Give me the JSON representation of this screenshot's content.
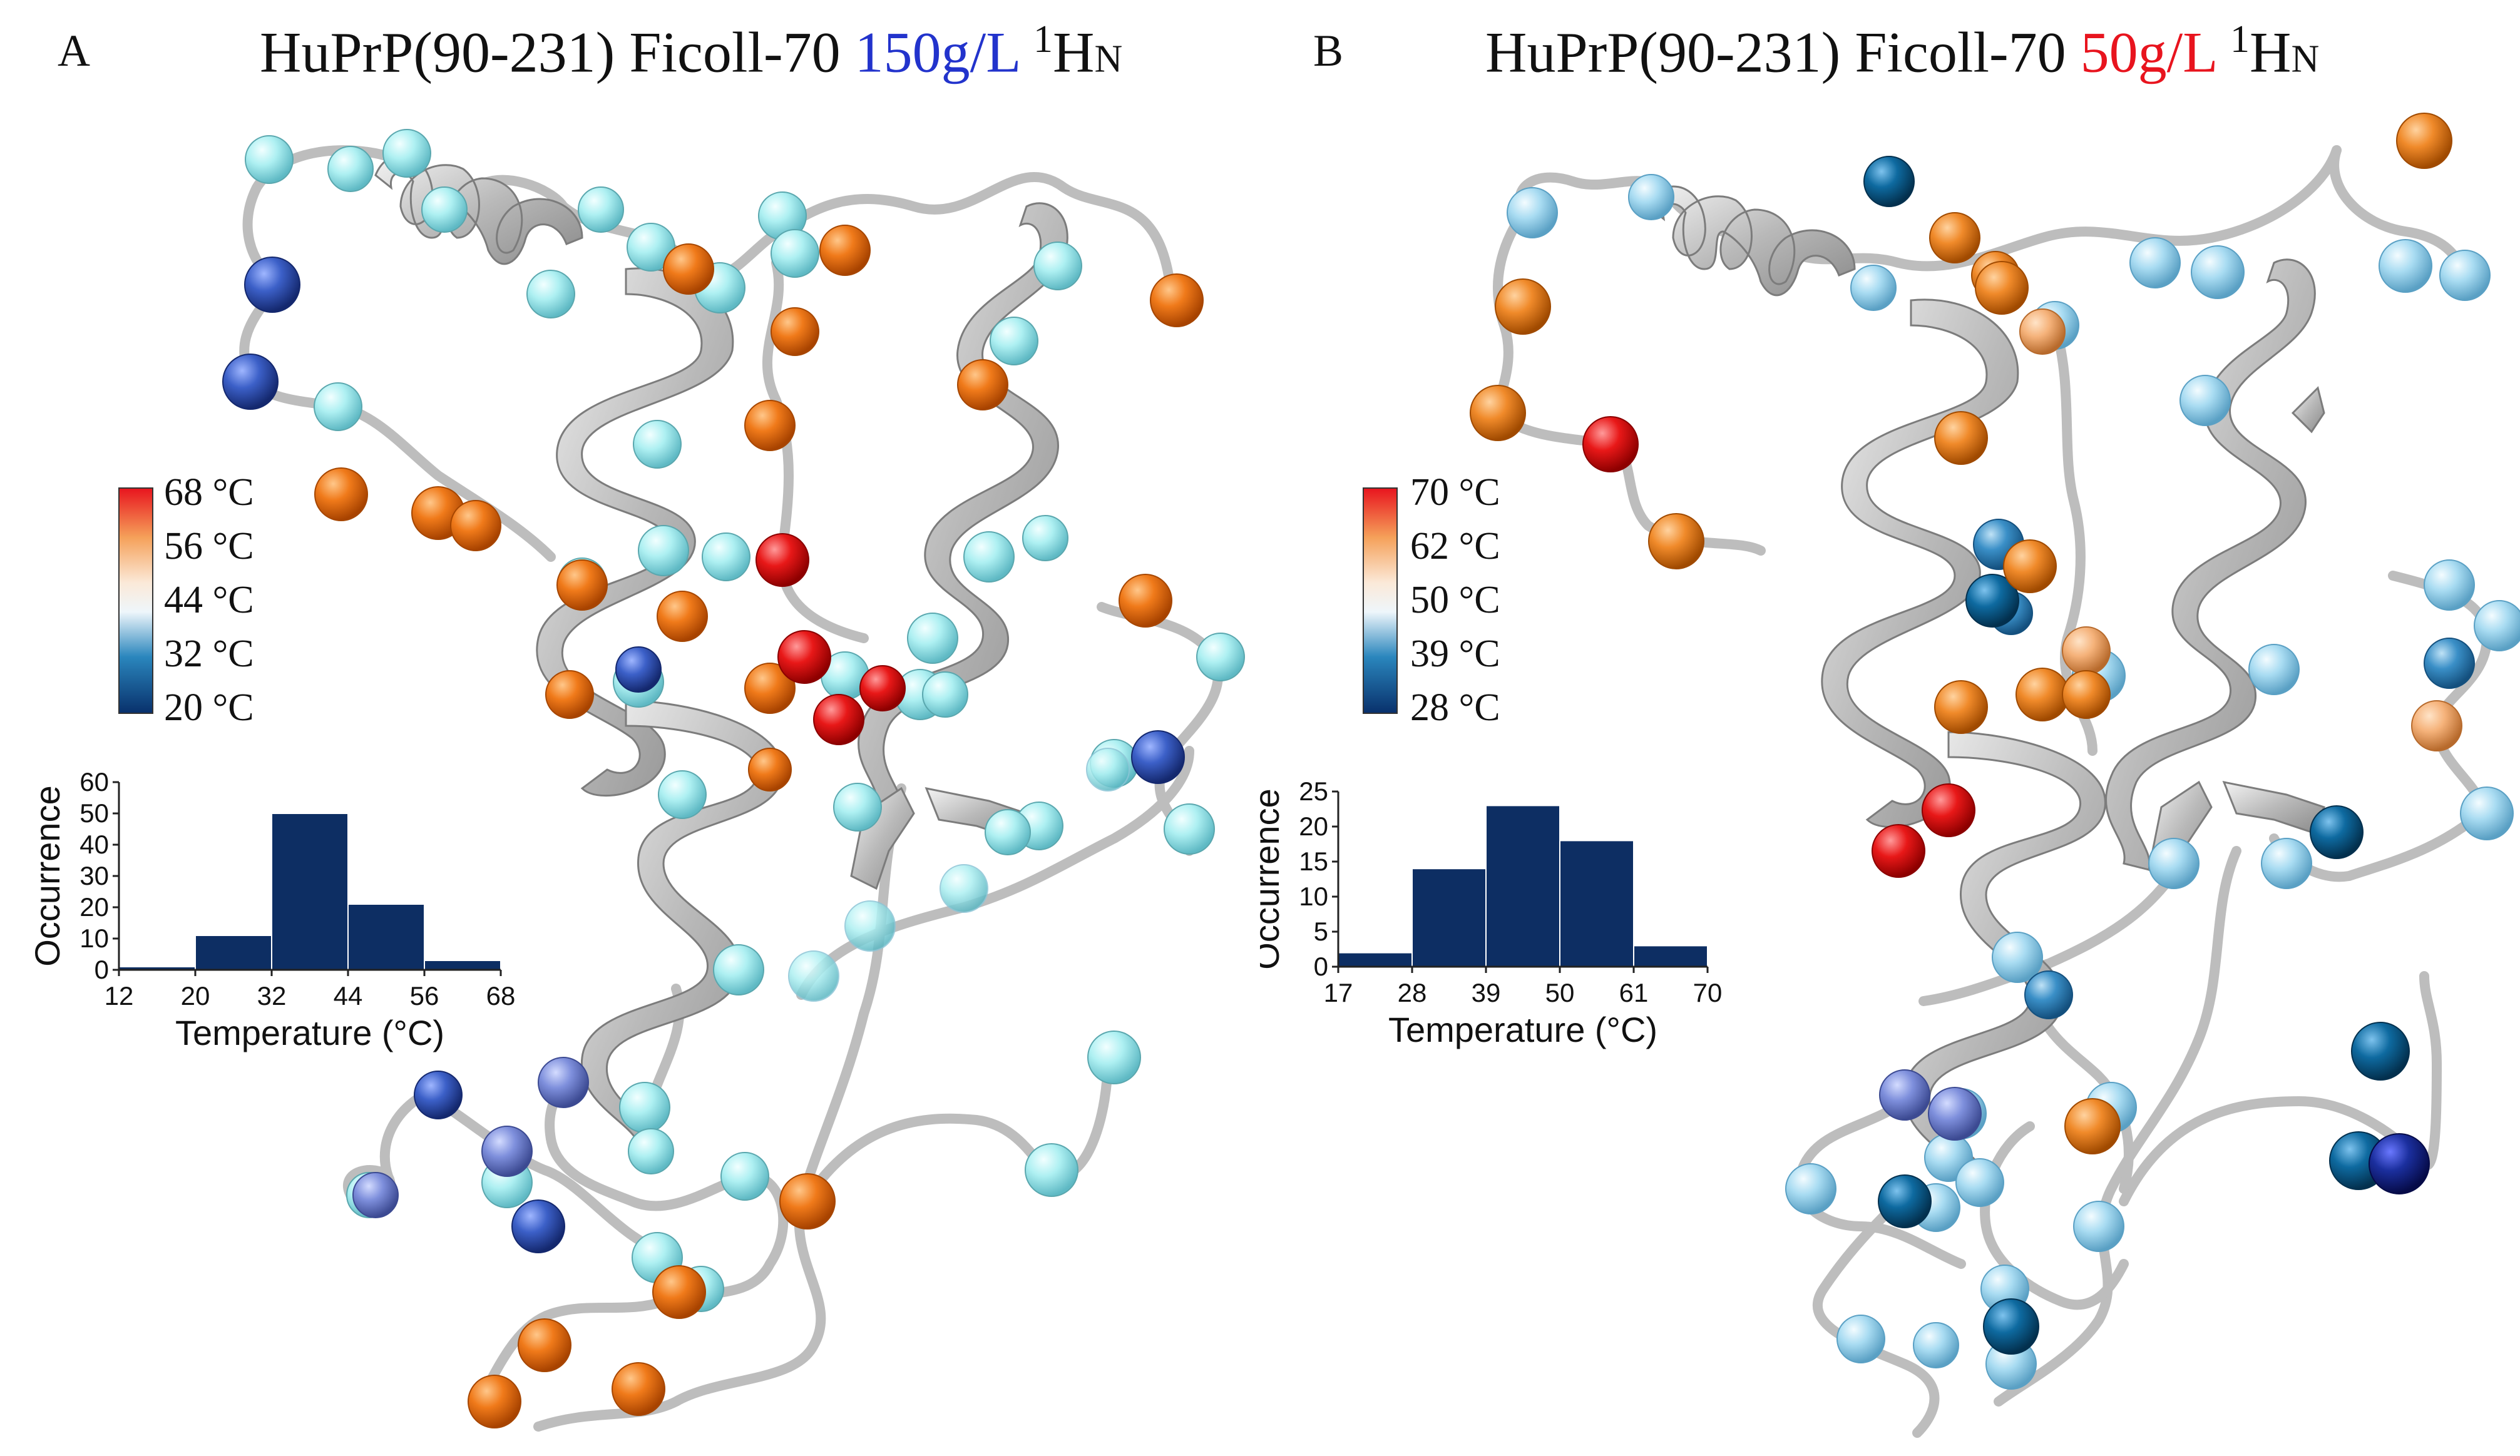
{
  "panels": [
    {
      "letter": "A",
      "title_prefix": "HuPrP(90-231) Ficoll-70 ",
      "concentration": "150g/L",
      "concentration_color": "#2233cc",
      "title_suffix_sup": "1",
      "title_suffix_main": "H",
      "title_suffix_sub": "N",
      "colorbar_labels": [
        "68 °C",
        "56 °C",
        "44 °C",
        "32 °C",
        "20 °C"
      ],
      "histogram": {
        "type": "bar",
        "ylabel": "Occurrence",
        "xlabel": "Temperature (°C)",
        "x_ticks": [
          "12",
          "20",
          "32",
          "44",
          "56",
          "68"
        ],
        "y_ticks": [
          "0",
          "10",
          "20",
          "30",
          "40",
          "50",
          "60"
        ],
        "ylim": [
          0,
          60
        ],
        "bins": [
          {
            "from": 12,
            "to": 20,
            "value": 1
          },
          {
            "from": 20,
            "to": 32,
            "value": 11
          },
          {
            "from": 32,
            "to": 44,
            "value": 50
          },
          {
            "from": 44,
            "to": 56,
            "value": 21
          },
          {
            "from": 56,
            "to": 68,
            "value": 3
          }
        ],
        "bar_color": "#0d2e63"
      }
    },
    {
      "letter": "B",
      "title_prefix": "HuPrP(90-231) Ficoll-70 ",
      "concentration": "50g/L",
      "concentration_color": "#e8141e",
      "title_suffix_sup": "1",
      "title_suffix_main": "H",
      "title_suffix_sub": "N",
      "colorbar_labels": [
        "70 °C",
        "62 °C",
        "50 °C",
        "39 °C",
        "28 °C"
      ],
      "histogram": {
        "type": "bar",
        "ylabel": "Occurrence",
        "xlabel": "Temperature (°C)",
        "x_ticks": [
          "17",
          "28",
          "39",
          "50",
          "61",
          "70"
        ],
        "y_ticks": [
          "0",
          "5",
          "10",
          "15",
          "20",
          "25"
        ],
        "ylim": [
          0,
          25
        ],
        "bins": [
          {
            "from": 17,
            "to": 28,
            "value": 2
          },
          {
            "from": 28,
            "to": 39,
            "value": 14
          },
          {
            "from": 39,
            "to": 50,
            "value": 23
          },
          {
            "from": 50,
            "to": 61,
            "value": 18
          },
          {
            "from": 61,
            "to": 70,
            "value": 3
          }
        ],
        "bar_color": "#0d2e63"
      }
    }
  ],
  "sphere_colors": {
    "cyan": "#aef0f2",
    "lightblue": "#a9dcf2",
    "midblue": "#3a8fc7",
    "teal": "#0e6aa0",
    "navy": "#1b2f9e",
    "royal": "#3c60c8",
    "periwinkle": "#7e8fdc",
    "orange": "#f07a1a",
    "darkorange": "#e4600c",
    "red": "#e81818"
  }
}
